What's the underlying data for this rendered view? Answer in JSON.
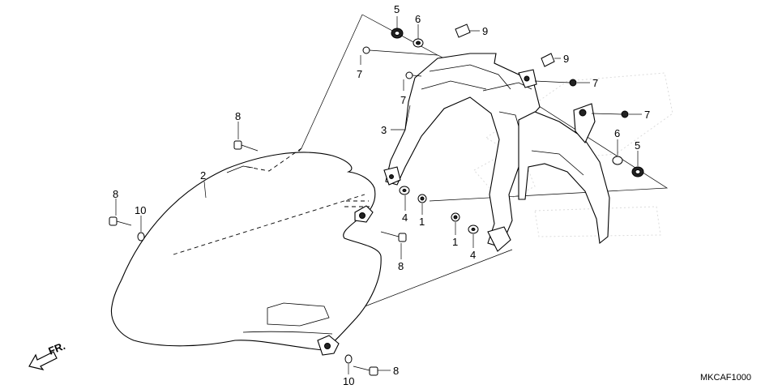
{
  "diagram": {
    "code": "MKCAF1000",
    "direction_label": "FR.",
    "callouts": [
      {
        "id": "c5a",
        "label": "5"
      },
      {
        "id": "c6a",
        "label": "6"
      },
      {
        "id": "c9a",
        "label": "9"
      },
      {
        "id": "c9b",
        "label": "9"
      },
      {
        "id": "c7a",
        "label": "7"
      },
      {
        "id": "c7b",
        "label": "7"
      },
      {
        "id": "c7c",
        "label": "7"
      },
      {
        "id": "c7d",
        "label": "7"
      },
      {
        "id": "c6b",
        "label": "6"
      },
      {
        "id": "c5b",
        "label": "5"
      },
      {
        "id": "c8a",
        "label": "8"
      },
      {
        "id": "c3",
        "label": "3"
      },
      {
        "id": "c2",
        "label": "2"
      },
      {
        "id": "c4a",
        "label": "4"
      },
      {
        "id": "c1a",
        "label": "1"
      },
      {
        "id": "c8b",
        "label": "8"
      },
      {
        "id": "c10a",
        "label": "10"
      },
      {
        "id": "c8c",
        "label": "8"
      },
      {
        "id": "c1b",
        "label": "1"
      },
      {
        "id": "c4b",
        "label": "4"
      },
      {
        "id": "c10b",
        "label": "10"
      },
      {
        "id": "c8d",
        "label": "8"
      }
    ]
  }
}
